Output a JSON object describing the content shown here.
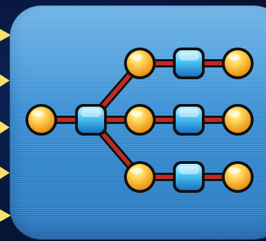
{
  "icon": {
    "name": "network-tree-icon",
    "colors": {
      "tile_top": "#4fa8ea",
      "tile_bottom": "#2a7cc6",
      "edge": "#c12a22",
      "edge_outline": "#111111",
      "node_orange_light": "#ffe48a",
      "node_orange_dark": "#f0a21a",
      "node_blue_light": "#8fe4ff",
      "node_blue_dark": "#1f86d6",
      "arrow": "#f5e06a"
    },
    "node_legend": [
      "orange-circle-node",
      "blue-square-node"
    ]
  },
  "decorations": {
    "arrow_icon": "yellow-arrow-marker",
    "arrow_count": 5
  }
}
